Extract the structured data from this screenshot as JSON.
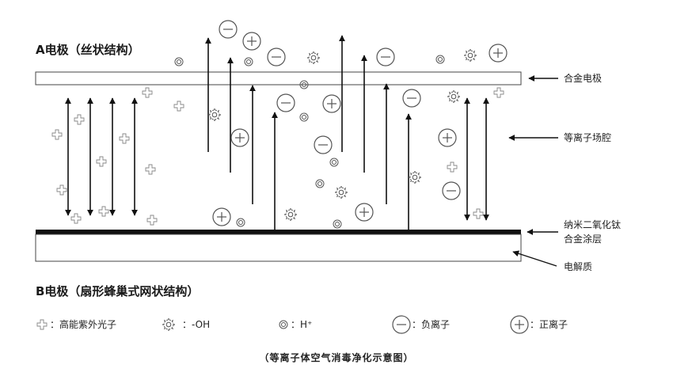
{
  "diagram": {
    "electrode_a_title": "A电极（丝状结构）",
    "electrode_b_title": "B电极（扇形蜂巢式网状结构）",
    "labels": {
      "alloy_electrode": "合金电极",
      "plasma_cavity": "等离子场腔",
      "coating_line1": "纳米二氧化钛",
      "coating_line2": "合金涂层",
      "electrolyte": "电解质"
    },
    "legend": [
      {
        "icon": "uv-photon-icon",
        "text": "：高能紫外光子"
      },
      {
        "icon": "oh-radical-icon",
        "text": "：-OH"
      },
      {
        "icon": "h-plus-icon",
        "text": "：H⁺"
      },
      {
        "icon": "negative-ion-icon",
        "text": "：负离子"
      },
      {
        "icon": "positive-ion-icon",
        "text": "：正离子"
      }
    ],
    "caption": "（等离子体空气消毒净化示意图）",
    "colors": {
      "line": "#111111",
      "symbol": "#555555",
      "plate": "#ffffff"
    }
  }
}
